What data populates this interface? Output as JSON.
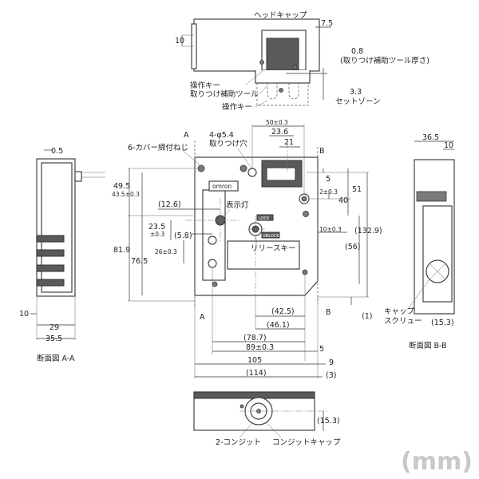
{
  "unit": "(mm)",
  "labels": {
    "head_cap": "ヘッドキャップ",
    "mount_tool_thickness": "(取りつけ補助ツール厚さ)",
    "operating_key_tool": "操作キー",
    "mount_tool": "取りつけ補助ツール",
    "operating_key": "操作キー",
    "set_zone": "セットゾーン",
    "cover_screw": "6-カバー締付ねじ",
    "mount_hole_count": "4-φ5.4",
    "mount_hole": "取りつけ穴",
    "indicator": "表示灯",
    "release_key": "リリースキー",
    "cap_screw_1": "キャップ",
    "cap_screw_2": "スクリュー",
    "section_aa": "断面図  A-A",
    "section_bb": "断面図  B-B",
    "conduit": "2-コンジット",
    "conduit_cap": "コンジットキャップ",
    "omron": "omron",
    "lock": "LOCK",
    "unlock": "UNLOCK"
  },
  "section_marks": {
    "a": "A",
    "b": "B"
  },
  "dims": {
    "top_7_5": "7.5",
    "top_10": "10",
    "top_0_8": "0.8",
    "top_3_3": "3.3",
    "w_50": "50±0.3",
    "w_23_6": "23.6",
    "w_21": "21",
    "h_49_5": "49.5",
    "h_43_5": "43.5±0.3",
    "d_12_6": "(12.6)",
    "h_23_5": "23.5",
    "h_23_5_tol": "±0.3",
    "d_5_8": "(5.8)",
    "h_26": "26±0.3",
    "h_81_9": "81.9",
    "h_76_5": "76.5",
    "r_5": "5",
    "r_2": "2±0.3",
    "r_40": "40",
    "r_51": "51",
    "r_10": "10±0.3",
    "r_132_9": "(132.9)",
    "r_56": "(56)",
    "r_1": "(1)",
    "b_42_5": "(42.5)",
    "b_46_1": "(46.1)",
    "b_78_7": "(78.7)",
    "b_89": "89±0.3",
    "b_5": "5",
    "b_105": "105",
    "b_9": "9",
    "b_114": "(114)",
    "b_3": "(3)",
    "aa_0_5": "0.5",
    "aa_10": "10",
    "aa_29": "29",
    "aa_35_5": "35.5",
    "bb_36_5": "36.5",
    "bb_10": "10",
    "bb_15_3": "(15.3)",
    "bot_15_3": "(15.3)"
  }
}
